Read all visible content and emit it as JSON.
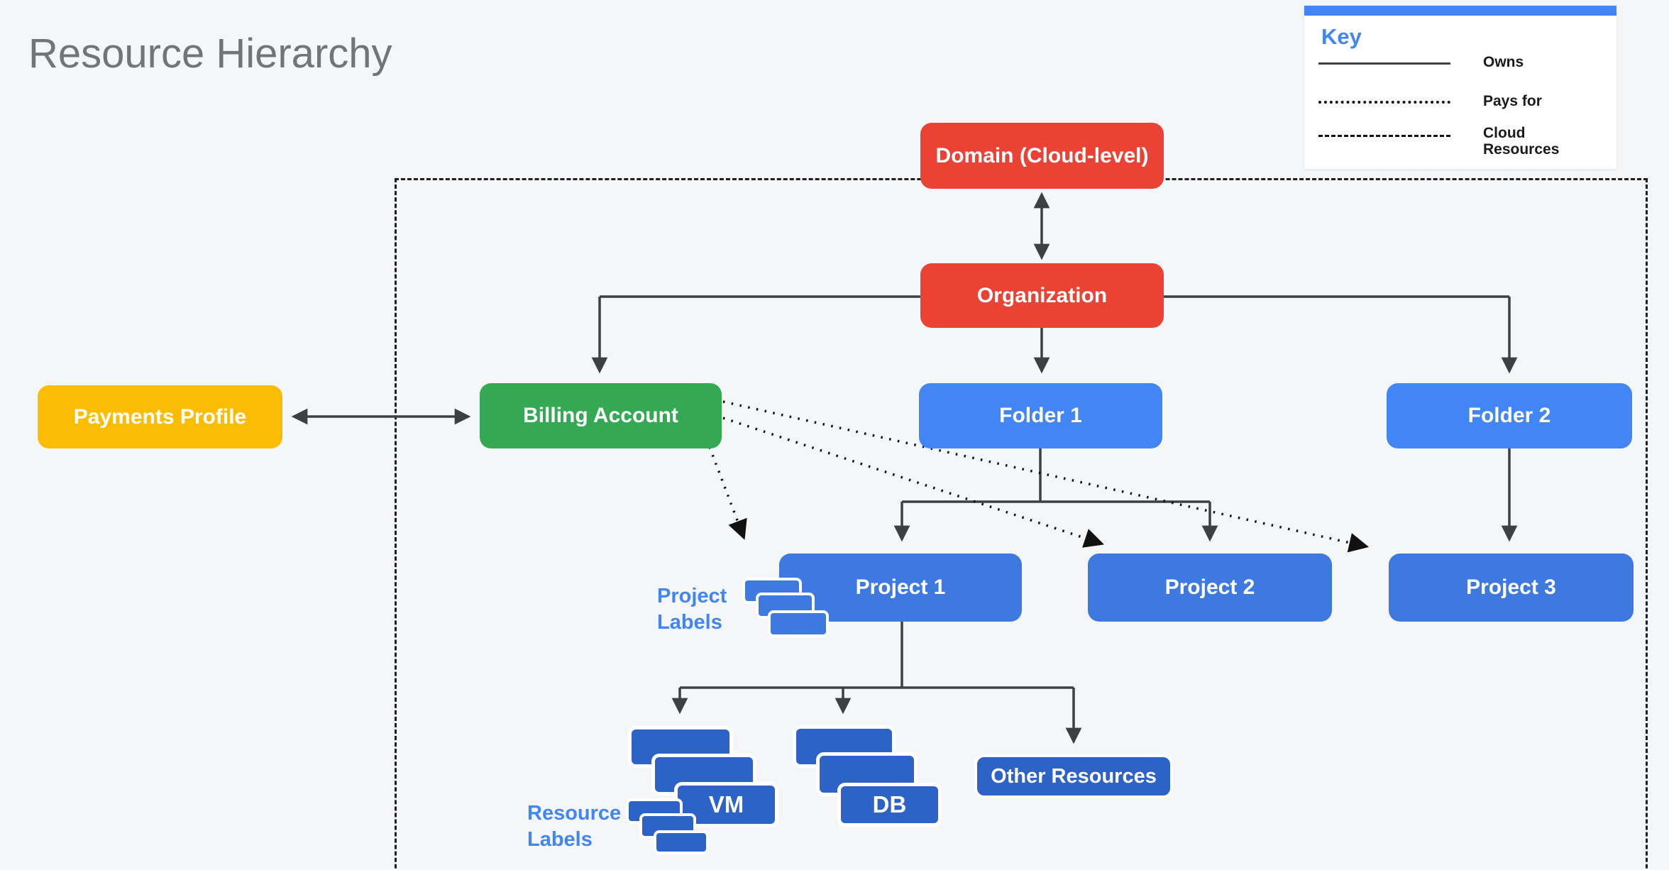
{
  "title": "Resource Hierarchy",
  "key": {
    "heading": "Key",
    "items": [
      {
        "line_style": "solid",
        "label": "Owns"
      },
      {
        "line_style": "dotted",
        "label": "Pays for"
      },
      {
        "line_style": "dashed",
        "label": "Cloud Resources"
      }
    ]
  },
  "nodes": {
    "domain": {
      "label": "Domain (Cloud-level)",
      "color": "#EA4335"
    },
    "organization": {
      "label": "Organization",
      "color": "#EA4335"
    },
    "payments_profile": {
      "label": "Payments Profile",
      "color": "#FBBC04"
    },
    "billing_account": {
      "label": "Billing Account",
      "color": "#34A853"
    },
    "folder1": {
      "label": "Folder 1",
      "color": "#4285F4"
    },
    "folder2": {
      "label": "Folder 2",
      "color": "#4285F4"
    },
    "project1": {
      "label": "Project 1",
      "color": "#3E79E0"
    },
    "project2": {
      "label": "Project 2",
      "color": "#3E79E0"
    },
    "project3": {
      "label": "Project 3",
      "color": "#3E79E0"
    },
    "other_resources": {
      "label": "Other Resources",
      "color": "#2D63C6"
    },
    "vm_stack": {
      "label": "VM",
      "color": "#2D63C6"
    },
    "db_stack": {
      "label": "DB",
      "color": "#2D63C6"
    }
  },
  "annotations": {
    "project_labels": {
      "line1": "Project",
      "line2": "Labels"
    },
    "resource_labels": {
      "line1": "Resource",
      "line2": "Labels"
    }
  },
  "colors": {
    "background": "#F5F6F8",
    "title_text": "#70757A",
    "annotation_blue": "#4285F4",
    "connector": "#3C4043",
    "dashed_border": "#1F1F1F",
    "dotted_line": "#111111",
    "key_label_text": "#1B1B1B",
    "folder_blue": "#4285F4",
    "project_blue": "#3E79E0",
    "resource_blue": "#2D63C6"
  }
}
